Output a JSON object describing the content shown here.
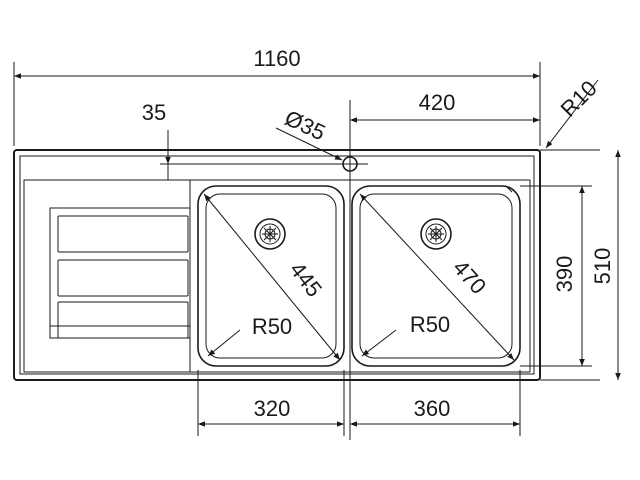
{
  "drawing": {
    "labels": {
      "overall_width": "1160",
      "tap_offset": "35",
      "tap_hole": "Ø35",
      "right_section_width": "420",
      "corner_radius": "R10",
      "bowl_height": "390",
      "overall_depth": "510",
      "left_bowl_diagonal": "445",
      "right_bowl_diagonal": "470",
      "left_bowl_radius": "R50",
      "right_bowl_radius": "R50",
      "left_bowl_width": "320",
      "right_bowl_width": "360"
    }
  }
}
